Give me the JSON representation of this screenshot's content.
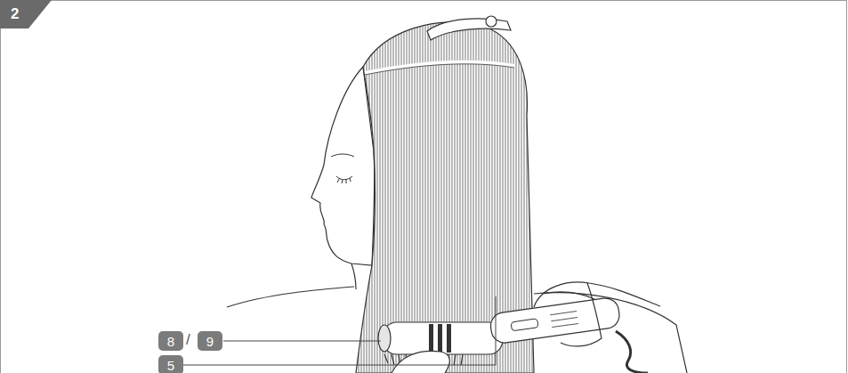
{
  "diagram": {
    "nodes": [
      {
        "text": [
          "2"
        ]
      },
      {
        "text": [
          "8"
        ]
      },
      {
        "text": [
          "9"
        ]
      },
      {
        "text": [
          "5"
        ]
      }
    ],
    "labels": [
      "/"
    ]
  }
}
